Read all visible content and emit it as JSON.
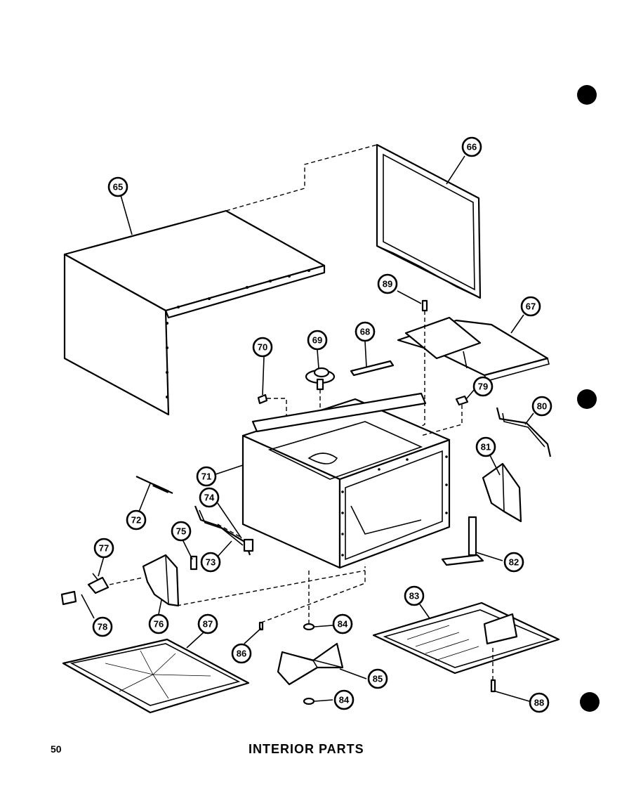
{
  "page": {
    "number": "50",
    "title": "INTERIOR PARTS"
  },
  "callouts": [
    "65",
    "66",
    "67",
    "68",
    "69",
    "70",
    "71",
    "72",
    "73",
    "74",
    "75",
    "76",
    "77",
    "78",
    "79",
    "80",
    "81",
    "82",
    "83",
    "84",
    "85",
    "86",
    "87",
    "88",
    "89"
  ],
  "colors": {
    "ink": "#000000",
    "paper": "#ffffff"
  }
}
